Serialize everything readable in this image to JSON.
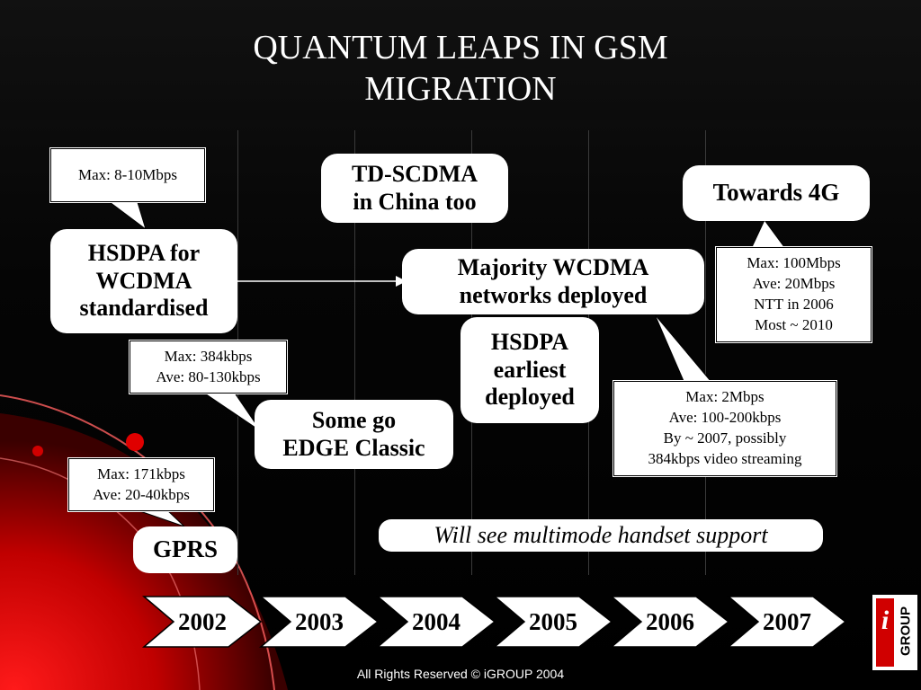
{
  "title_line1": "QUANTUM LEAPS IN GSM",
  "title_line2": "MIGRATION",
  "callouts": {
    "hsdpa_speed": "Max: 8-10Mbps",
    "edge_line1": "Max: 384kbps",
    "edge_line2": "Ave: 80-130kbps",
    "gprs_line1": "Max: 171kbps",
    "gprs_line2": "Ave: 20-40kbps",
    "g4_line1": "Max: 100Mbps",
    "g4_line2": "Ave: 20Mbps",
    "g4_line3": "NTT in 2006",
    "g4_line4": "Most ~ 2010",
    "wcdma_line1": "Max: 2Mbps",
    "wcdma_line2": "Ave: 100-200kbps",
    "wcdma_line3": "By ~ 2007, possibly",
    "wcdma_line4": "384kbps video streaming"
  },
  "milestones": {
    "hsdpa_std_line1": "HSDPA for",
    "hsdpa_std_line2": "WCDMA",
    "hsdpa_std_line3": "standardised",
    "tdscdma_line1": "TD-SCDMA",
    "tdscdma_line2": "in China too",
    "towards4g": "Towards 4G",
    "majority_line1": "Majority WCDMA",
    "majority_line2": "networks deployed",
    "hsdpa_earliest_line1": "HSDPA",
    "hsdpa_earliest_line2": "earliest",
    "hsdpa_earliest_line3": "deployed",
    "edge_line1": "Some go",
    "edge_line2": "EDGE Classic",
    "gprs": "GPRS",
    "multimode": "Will see multimode handset support"
  },
  "years": [
    "2002",
    "2003",
    "2004",
    "2005",
    "2006",
    "2007"
  ],
  "logo": {
    "letter": "i",
    "text": "GROUP"
  },
  "footer": "All Rights Reserved © iGROUP 2004",
  "colors": {
    "background": "#000000",
    "accent_red": "#e00000",
    "box_fill": "#ffffff"
  }
}
